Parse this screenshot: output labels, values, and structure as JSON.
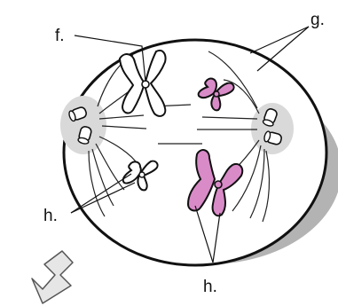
{
  "labels": {
    "f": "f.",
    "g": "g.",
    "h_left": "h.",
    "h_bottom": "h."
  },
  "colors": {
    "cell_fill": "#ffffff",
    "cell_shadow": "#b3b3b3",
    "centrosome_zone": "#d9d9d9",
    "chromosome_pink": "#d98bc8",
    "chromosome_white": "#ffffff",
    "arrow_fill": "#e6e6e6",
    "outline": "#111111"
  },
  "icons": {
    "next_stage_arrow": "down-left-arrow-icon"
  }
}
